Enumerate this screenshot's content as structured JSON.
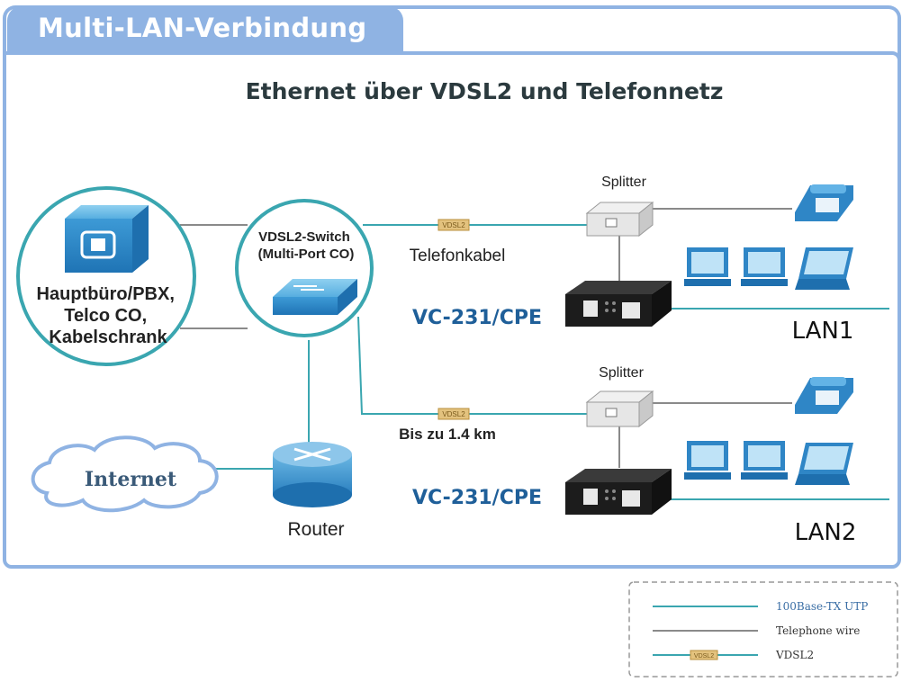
{
  "title": "Multi-LAN-Verbindung",
  "subtitle": "Ethernet über VDSL2 und Telefonnetz",
  "labels": {
    "hq_line1": "Hauptbüro/PBX,",
    "hq_line2": "Telco CO,",
    "hq_line3": "Kabelschrank",
    "switch_line1": "VDSL2-Switch",
    "switch_line2": "(Multi-Port CO)",
    "splitter1": "Splitter",
    "splitter2": "Splitter",
    "phone_cable": "Telefonkabel",
    "distance": "Bis zu 1.4 km",
    "device1": "VC-231/CPE",
    "device2": "VC-231/CPE",
    "lan1": "LAN1",
    "lan2": "LAN2",
    "internet": "Internet",
    "router": "Router",
    "vdsl_tag1": "VDSL2",
    "vdsl_tag2": "VDSL2"
  },
  "legend": {
    "items": [
      {
        "label": "100Base-TX UTP"
      },
      {
        "label": "Telephone wire"
      },
      {
        "label": "VDSL2",
        "tag": "VDSL2"
      }
    ]
  },
  "colors": {
    "frame": "#8fb3e3",
    "teal_wire": "#3aa6b0",
    "gray_wire": "#8a8a8a",
    "device_blue": "#2f86c6",
    "label_blue": "#1f5f99"
  }
}
